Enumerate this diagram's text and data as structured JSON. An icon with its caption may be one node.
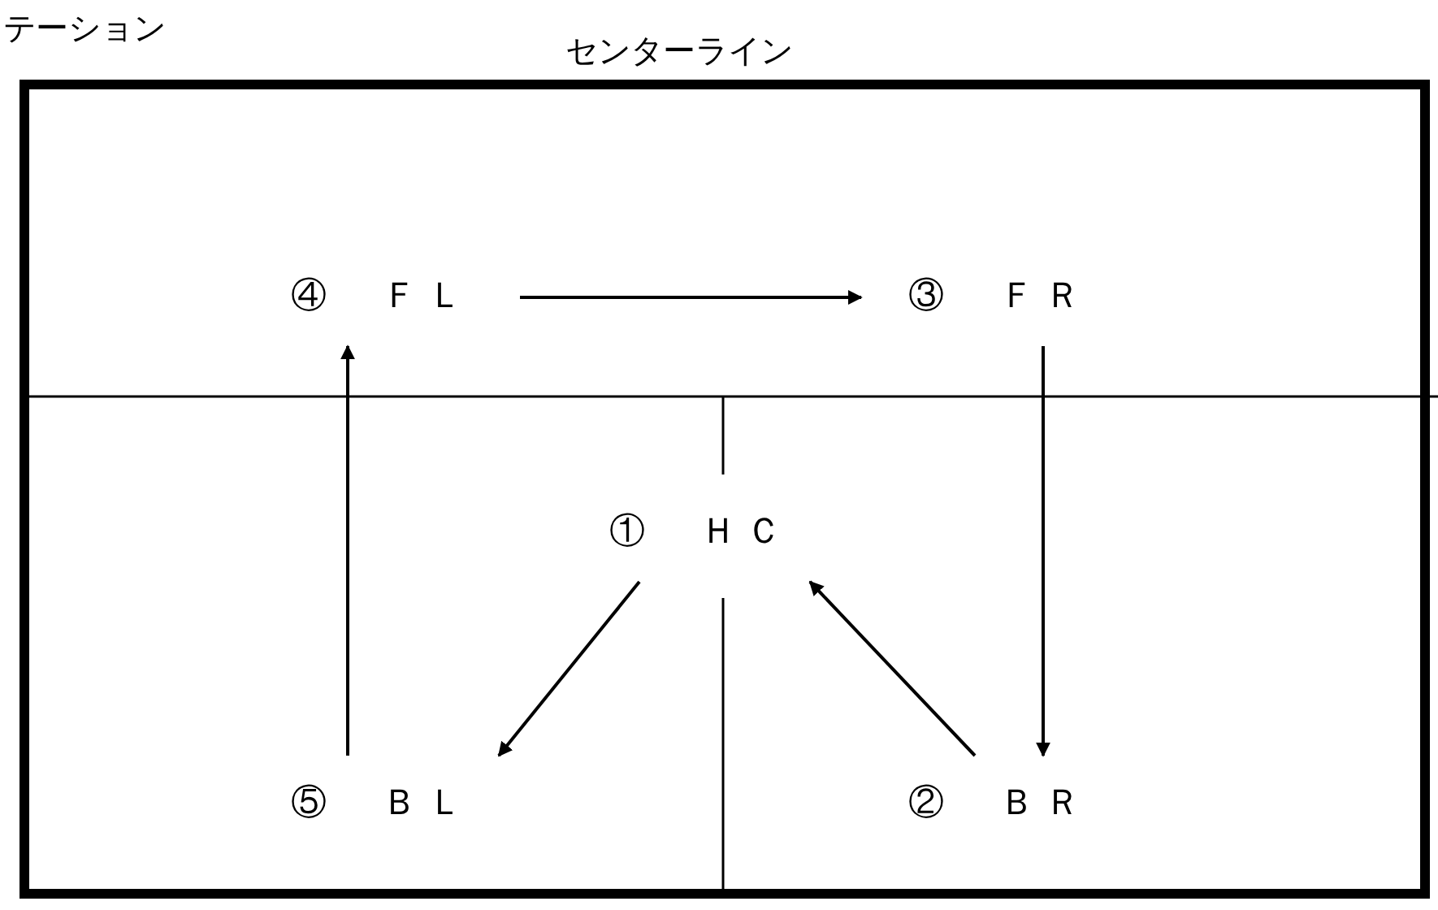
{
  "diagram": {
    "nodes": [
      {
        "text": [
          "④　ＦＬ"
        ]
      },
      {
        "text": [
          "③　ＦＲ"
        ]
      },
      {
        "text": [
          "①　ＨＣ"
        ]
      },
      {
        "text": [
          "⑤　ＢＬ"
        ]
      },
      {
        "text": [
          "②　ＢＲ"
        ]
      }
    ],
    "edges": [
      {
        "from": 0,
        "to": 1,
        "arrow": "to"
      },
      {
        "from": 1,
        "to": 4,
        "arrow": "to"
      },
      {
        "from": 4,
        "to": 2,
        "arrow": "to"
      },
      {
        "from": 2,
        "to": 3,
        "arrow": "to"
      },
      {
        "from": 3,
        "to": 0,
        "arrow": "to"
      }
    ],
    "labels": [
      "テーション",
      "センターライン"
    ]
  }
}
